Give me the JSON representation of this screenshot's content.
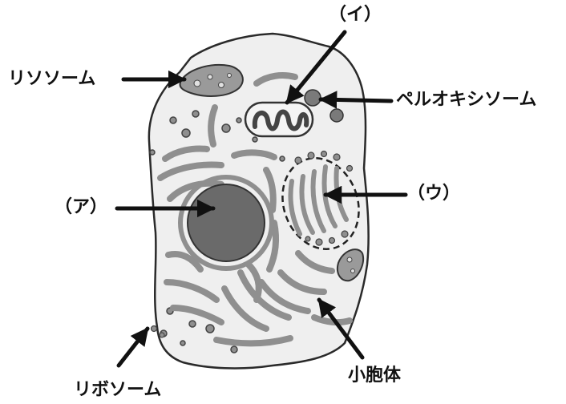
{
  "labels": {
    "lysosome": "リソソーム",
    "i": "（イ）",
    "peroxisome": "ペルオキシソーム",
    "u": "（ウ）",
    "a": "（ア）",
    "ribosome": "リボソーム",
    "vesicle": "小胞体"
  },
  "colors": {
    "outline": "#2a2a2a",
    "cytoplasm": "#efefef",
    "organelle": "#8f8f8f",
    "nucleus": "#6a6a6a",
    "arrow": "#111111"
  }
}
